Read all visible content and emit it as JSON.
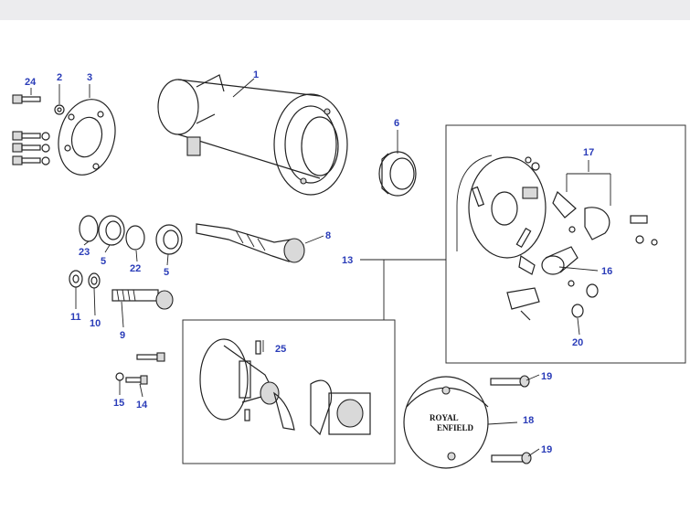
{
  "colors": {
    "callout": "#2a3cb8",
    "line": "#222222",
    "topbar": "#ececee"
  },
  "callouts": [
    {
      "id": "c1",
      "text": "1"
    },
    {
      "id": "c2",
      "text": "2"
    },
    {
      "id": "c3",
      "text": "3"
    },
    {
      "id": "c24",
      "text": "24"
    },
    {
      "id": "c6",
      "text": "6"
    },
    {
      "id": "c17",
      "text": "17"
    },
    {
      "id": "c23",
      "text": "23"
    },
    {
      "id": "c5a",
      "text": "5"
    },
    {
      "id": "c22",
      "text": "22"
    },
    {
      "id": "c5b",
      "text": "5"
    },
    {
      "id": "c8",
      "text": "8"
    },
    {
      "id": "c13",
      "text": "13"
    },
    {
      "id": "c16",
      "text": "16"
    },
    {
      "id": "c11",
      "text": "11"
    },
    {
      "id": "c10",
      "text": "10"
    },
    {
      "id": "c9",
      "text": "9"
    },
    {
      "id": "c20",
      "text": "20"
    },
    {
      "id": "c25",
      "text": "25"
    },
    {
      "id": "c15",
      "text": "15"
    },
    {
      "id": "c14",
      "text": "14"
    },
    {
      "id": "c19a",
      "text": "19"
    },
    {
      "id": "c18",
      "text": "18"
    },
    {
      "id": "c19b",
      "text": "19"
    }
  ],
  "logo": {
    "line1": "ROYAL",
    "line2": "ENFIELD"
  }
}
